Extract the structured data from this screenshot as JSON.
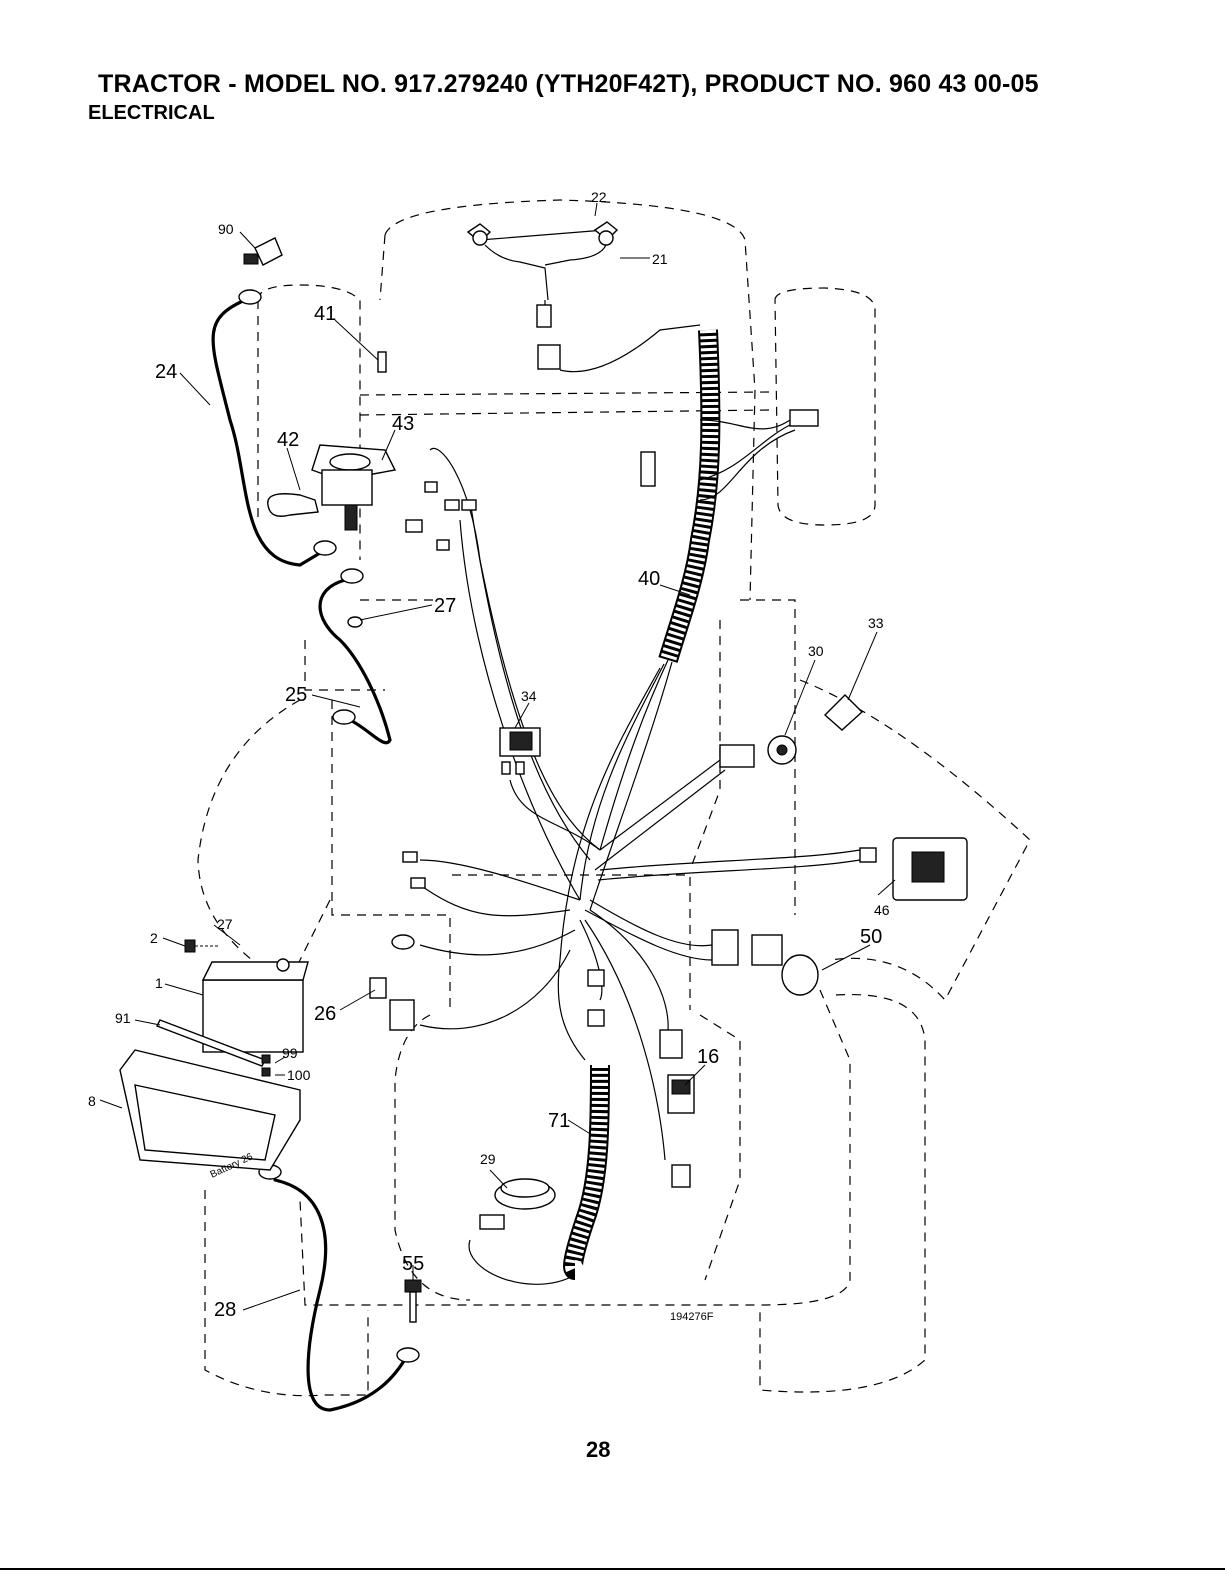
{
  "header": {
    "title": "TRACTOR - MODEL NO. 917.279240 (YTH20F42T), PRODUCT NO. 960 43 00-05",
    "subtitle": "ELECTRICAL"
  },
  "diagram": {
    "drawing_number": "194276F",
    "battery_box_text": "Battery 26",
    "callouts": [
      {
        "id": "c22",
        "label": "22"
      },
      {
        "id": "c21",
        "label": "21"
      },
      {
        "id": "c90",
        "label": "90"
      },
      {
        "id": "c41",
        "label": "41"
      },
      {
        "id": "c24",
        "label": "24"
      },
      {
        "id": "c43",
        "label": "43"
      },
      {
        "id": "c42",
        "label": "42"
      },
      {
        "id": "c40",
        "label": "40"
      },
      {
        "id": "c27a",
        "label": "27"
      },
      {
        "id": "c33",
        "label": "33"
      },
      {
        "id": "c30",
        "label": "30"
      },
      {
        "id": "c25",
        "label": "25"
      },
      {
        "id": "c34",
        "label": "34"
      },
      {
        "id": "c46",
        "label": "46"
      },
      {
        "id": "c27b",
        "label": "27"
      },
      {
        "id": "c2",
        "label": "2"
      },
      {
        "id": "c50",
        "label": "50"
      },
      {
        "id": "c1",
        "label": "1"
      },
      {
        "id": "c26",
        "label": "26"
      },
      {
        "id": "c91",
        "label": "91"
      },
      {
        "id": "c99",
        "label": "99"
      },
      {
        "id": "c16",
        "label": "16"
      },
      {
        "id": "c100",
        "label": "100"
      },
      {
        "id": "c8",
        "label": "8"
      },
      {
        "id": "c71",
        "label": "71"
      },
      {
        "id": "c29",
        "label": "29"
      },
      {
        "id": "c55",
        "label": "55"
      },
      {
        "id": "c28",
        "label": "28"
      }
    ]
  },
  "footer": {
    "page_number": "28"
  }
}
